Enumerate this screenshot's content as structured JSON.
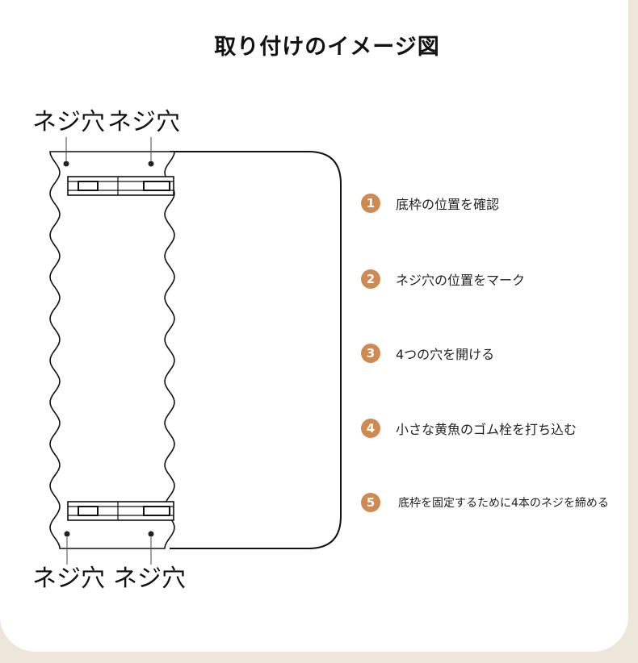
{
  "title": "取り付けのイメージ図",
  "hole_labels": {
    "top_left": "ネジ穴",
    "top_right": "ネジ穴",
    "bottom_left": "ネジ穴",
    "bottom_right": "ネジ穴"
  },
  "steps": [
    {
      "number": "1",
      "text": "底枠の位置を確認"
    },
    {
      "number": "2",
      "text": "ネジ穴の位置をマーク"
    },
    {
      "number": "3",
      "text": "4つの穴を開ける"
    },
    {
      "number": "4",
      "text": "小さな黄魚のゴム栓を打ち込む"
    },
    {
      "number": "5",
      "text": "底枠を固定するために4本のネジを締める"
    }
  ],
  "colors": {
    "badge": "#cf8a52",
    "background": "#efe6da",
    "card": "#ffffff"
  }
}
